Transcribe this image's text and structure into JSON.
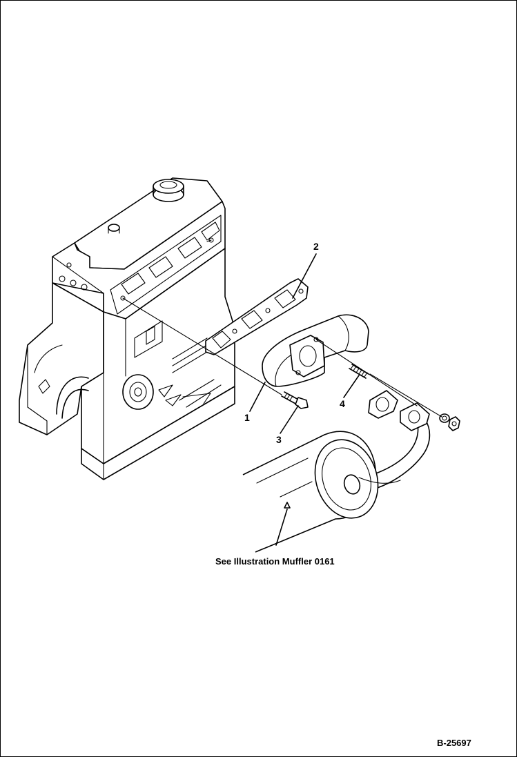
{
  "callouts": {
    "c1": "1",
    "c2": "2",
    "c3": "3",
    "c4": "4"
  },
  "reference_note": "See Illustration Muffler 0161",
  "figure_code": "B-25697",
  "colors": {
    "line": "#000000",
    "background": "#ffffff"
  }
}
